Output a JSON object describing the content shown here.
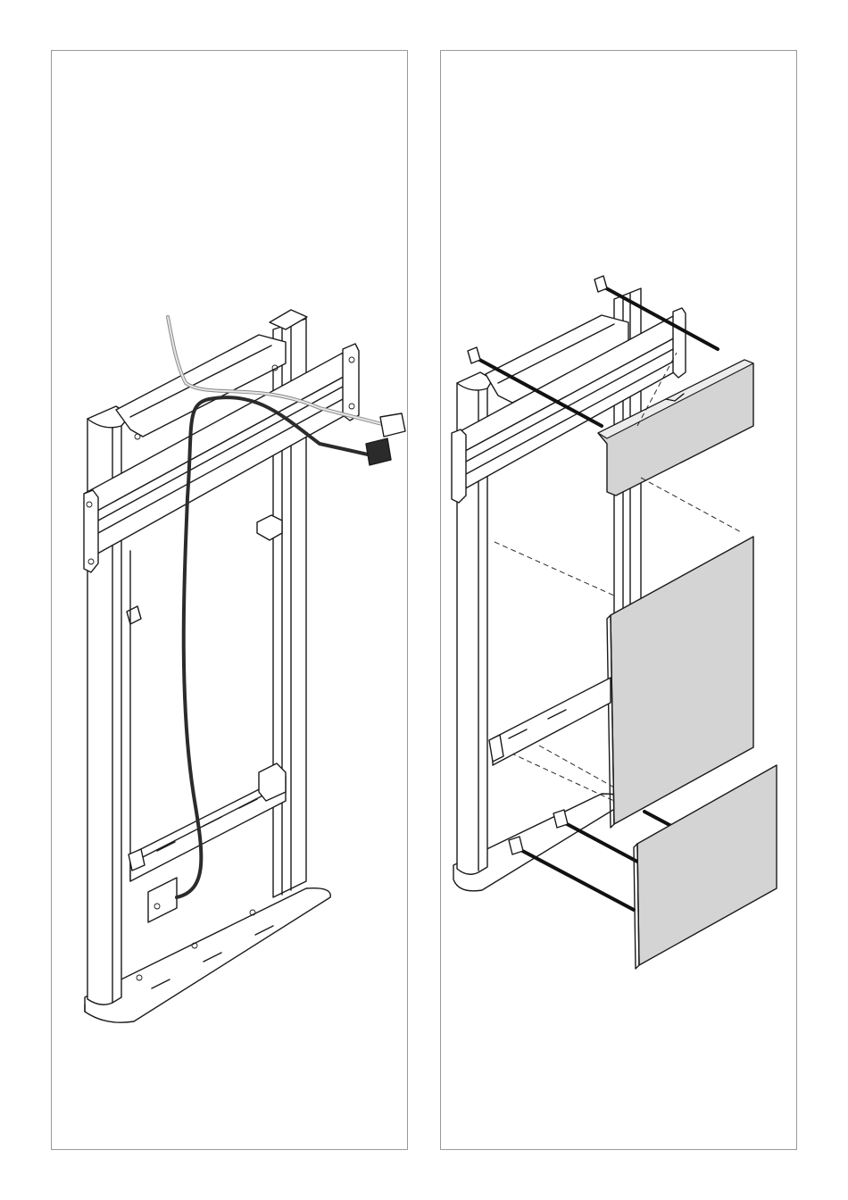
{
  "figures": [
    {
      "id": "left",
      "subject": "stand-frame-with-cables"
    },
    {
      "id": "right",
      "subject": "stand-frame-with-cover-panels"
    }
  ],
  "colors": {
    "line": "#1a1a1a",
    "panel_fill": "#d4d4d4",
    "border": "#9a9a9a",
    "background": "#ffffff"
  }
}
